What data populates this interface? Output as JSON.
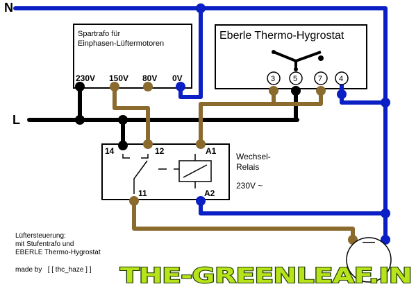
{
  "line_labels": {
    "neutral": "N",
    "live": "L"
  },
  "transformer": {
    "title_line1": "Spartrafo für",
    "title_line2": "Einphasen-Lüftermotoren",
    "taps": [
      "230V",
      "150V",
      "80V",
      "0V"
    ]
  },
  "thermostat": {
    "title": "Eberle Thermo-Hygrostat",
    "terminals": [
      "3",
      "5",
      "7",
      "4"
    ]
  },
  "relay": {
    "title_line1": "Wechsel-",
    "title_line2": "Relais",
    "voltage": "230V ~",
    "pins": {
      "p14": "14",
      "p12": "12",
      "a1": "A1",
      "p11": "11",
      "a2": "A2"
    }
  },
  "note": {
    "line1": "Lüftersteuerung:",
    "line2": "mit Stufentrafo und",
    "line3": "EBERLE Thermo-Hygrostat",
    "credit": "made by   [ [ thc_haze ] ]"
  },
  "logo": {
    "text": "THE-GREENLEAF.IN"
  },
  "colors": {
    "neutral": "#0a1fc4",
    "live": "#000000",
    "switched": "#8b6a2e"
  }
}
